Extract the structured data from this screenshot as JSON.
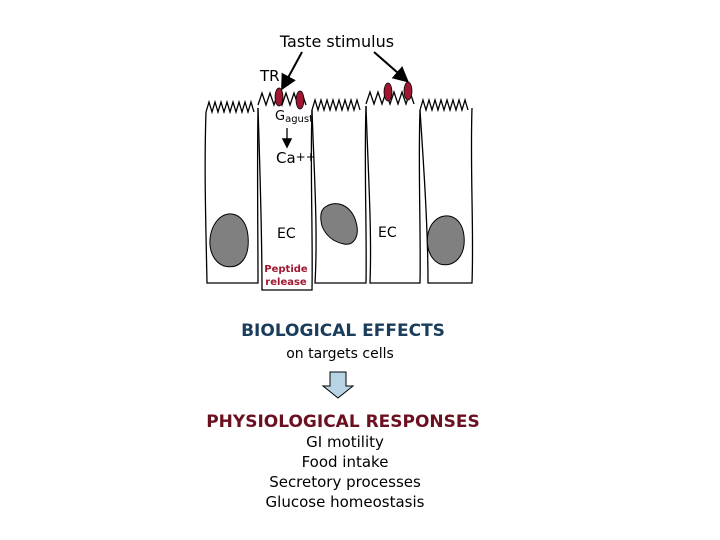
{
  "labels": {
    "stimulus": "Taste stimulus",
    "tr": "TR",
    "g_main": "G",
    "g_sub": "agust",
    "ca_main": "Ca",
    "ca_sup": "++",
    "ec_left": "EC",
    "ec_right": "EC",
    "peptide_line1": "Peptide",
    "peptide_line2": "release",
    "bio_title": "BIOLOGICAL EFFECTS",
    "bio_sub": "on targets cells",
    "phys_title": "PHYSIOLOGICAL RESPONSES"
  },
  "responses": [
    "GI motility",
    "Food intake",
    "Secretory processes",
    "Glucose homeostasis"
  ],
  "colors": {
    "receptor": "#a01830",
    "nucleus": "#808080",
    "bio_title": "#1a3d5c",
    "phys_title": "#6b1020",
    "peptide_text": "#a01830",
    "arrow_fill": "#b8d4e4"
  }
}
